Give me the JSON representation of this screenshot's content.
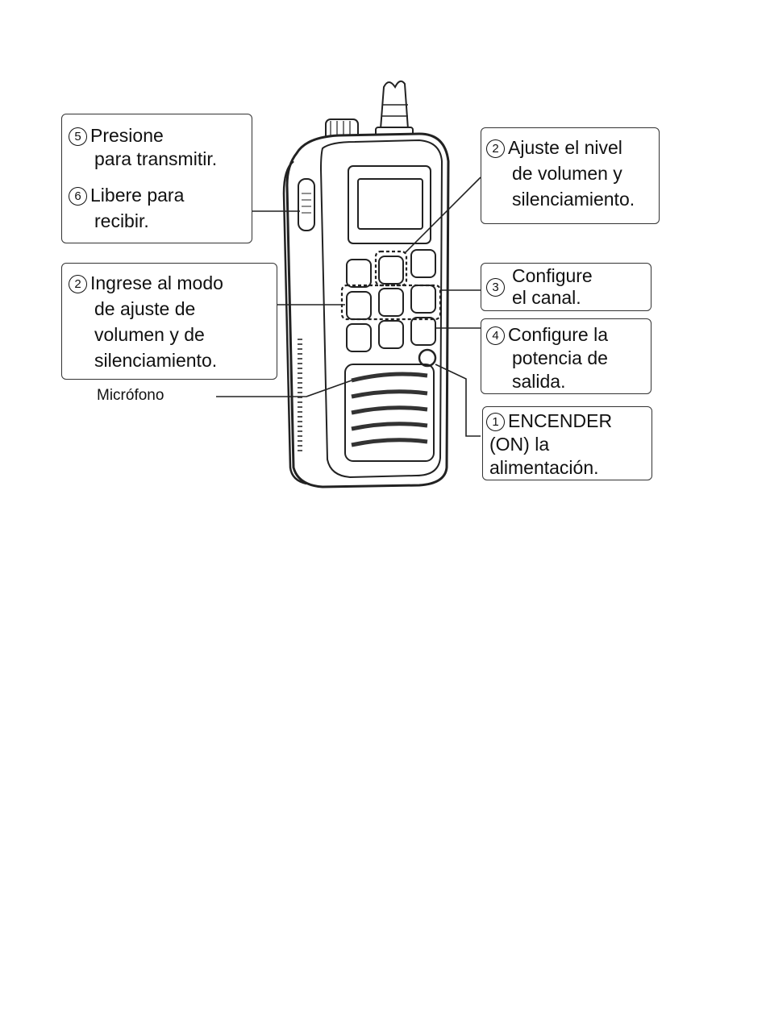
{
  "callouts": {
    "ptt": {
      "press_num": "5",
      "press_l1": "Presione",
      "press_l2": "para transmitir.",
      "release_num": "6",
      "release_l1": "Libere para",
      "release_l2": "recibir."
    },
    "volume_mode": {
      "num": "2",
      "l1": "Ingrese al modo",
      "l2": "de ajuste de",
      "l3": "volumen y de",
      "l4": "silenciamiento."
    },
    "volume_adjust": {
      "num": "2",
      "l1": "Ajuste el nivel",
      "l2": "de volumen y",
      "l3": "silenciamiento."
    },
    "channel": {
      "num": "3",
      "l1": "Configure",
      "l2": "el canal."
    },
    "power_level": {
      "num": "4",
      "l1": "Configure la",
      "l2": "potencia de",
      "l3": "salida."
    },
    "power_on": {
      "num": "1",
      "l1": "ENCENDER",
      "l2": "(ON) la",
      "l3": "alimentación."
    }
  },
  "microphone_label": "Micrófono"
}
